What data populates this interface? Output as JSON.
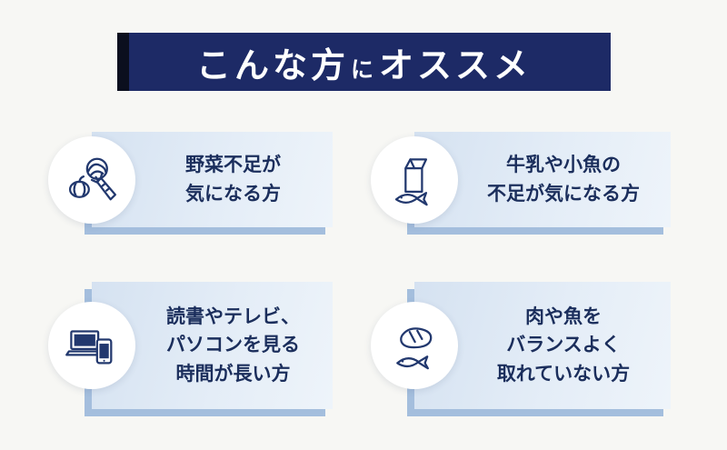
{
  "header": {
    "title": {
      "part1": "こんな方",
      "part2": "に",
      "part3": "オススメ"
    }
  },
  "cards": [
    {
      "name": "vegetables",
      "icon": "vegetables-icon",
      "lines": [
        "野菜不足が",
        "気になる方"
      ]
    },
    {
      "name": "milk-small-fish",
      "icon": "milk-fish-icon",
      "lines": [
        "牛乳や小魚の",
        "不足が気になる方"
      ]
    },
    {
      "name": "screen-time",
      "icon": "devices-icon",
      "lines": [
        "読書やテレビ、",
        "パソコンを見る",
        "時間が長い方"
      ]
    },
    {
      "name": "meat-fish-balance",
      "icon": "meat-fish-icon",
      "lines": [
        "肉や魚を",
        "バランスよく",
        "取れていない方"
      ]
    }
  ],
  "colors": {
    "banner_navy": "#1d2a66",
    "accent_black": "#0b0f1e",
    "panel_light": "#d5e2f1",
    "panel_shadow": "#a4bedd",
    "text_navy": "#1b2e5c",
    "background": "#f7f7f4"
  }
}
